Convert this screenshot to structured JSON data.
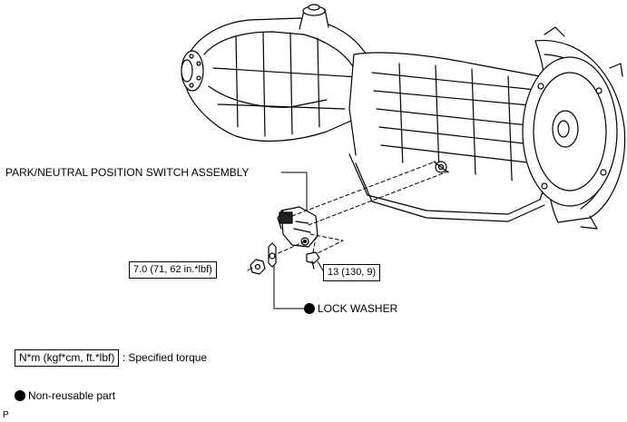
{
  "labels": {
    "switch_assembly": "PARK/NEUTRAL POSITION SWITCH ASSEMBLY",
    "lock_washer": "LOCK WASHER",
    "torque_nut": "7.0 (71, 62 in.*lbf)",
    "torque_bolt": "13 (130, 9)"
  },
  "legend": {
    "torque_units": "N*m (kgf*cm, ft.*lbf)",
    "torque_text": ": Specified torque",
    "nonreusable_text": "Non-reusable part"
  },
  "footer": {
    "code": "P"
  },
  "icons": {
    "nonreusable": "filled-circle-icon"
  },
  "colors": {
    "line": "#000000",
    "background": "#ffffff"
  }
}
